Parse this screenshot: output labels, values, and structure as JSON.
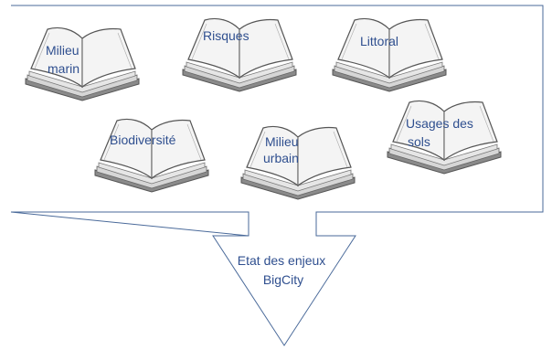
{
  "colors": {
    "text": "#2f4f8f",
    "frame": "#4a6a9a",
    "book_line": "#555555",
    "book_fill": "#f2f2f2",
    "book_shadow": "#8a8a8a"
  },
  "icon": "open-book-icon",
  "books": [
    {
      "id": "milieu-marin",
      "lines": [
        "Milieu",
        "marin"
      ]
    },
    {
      "id": "risques",
      "lines": [
        "Risques"
      ]
    },
    {
      "id": "littoral",
      "lines": [
        "Littoral"
      ]
    },
    {
      "id": "biodiversite",
      "lines": [
        "Biodiversité"
      ]
    },
    {
      "id": "milieu-urbain",
      "lines": [
        "Milieu",
        "urbain"
      ]
    },
    {
      "id": "usages-des-sols",
      "lines": [
        "Usages des",
        "sols"
      ]
    }
  ],
  "arrow": {
    "lines": [
      "Etat des enjeux",
      "BigCity"
    ]
  }
}
